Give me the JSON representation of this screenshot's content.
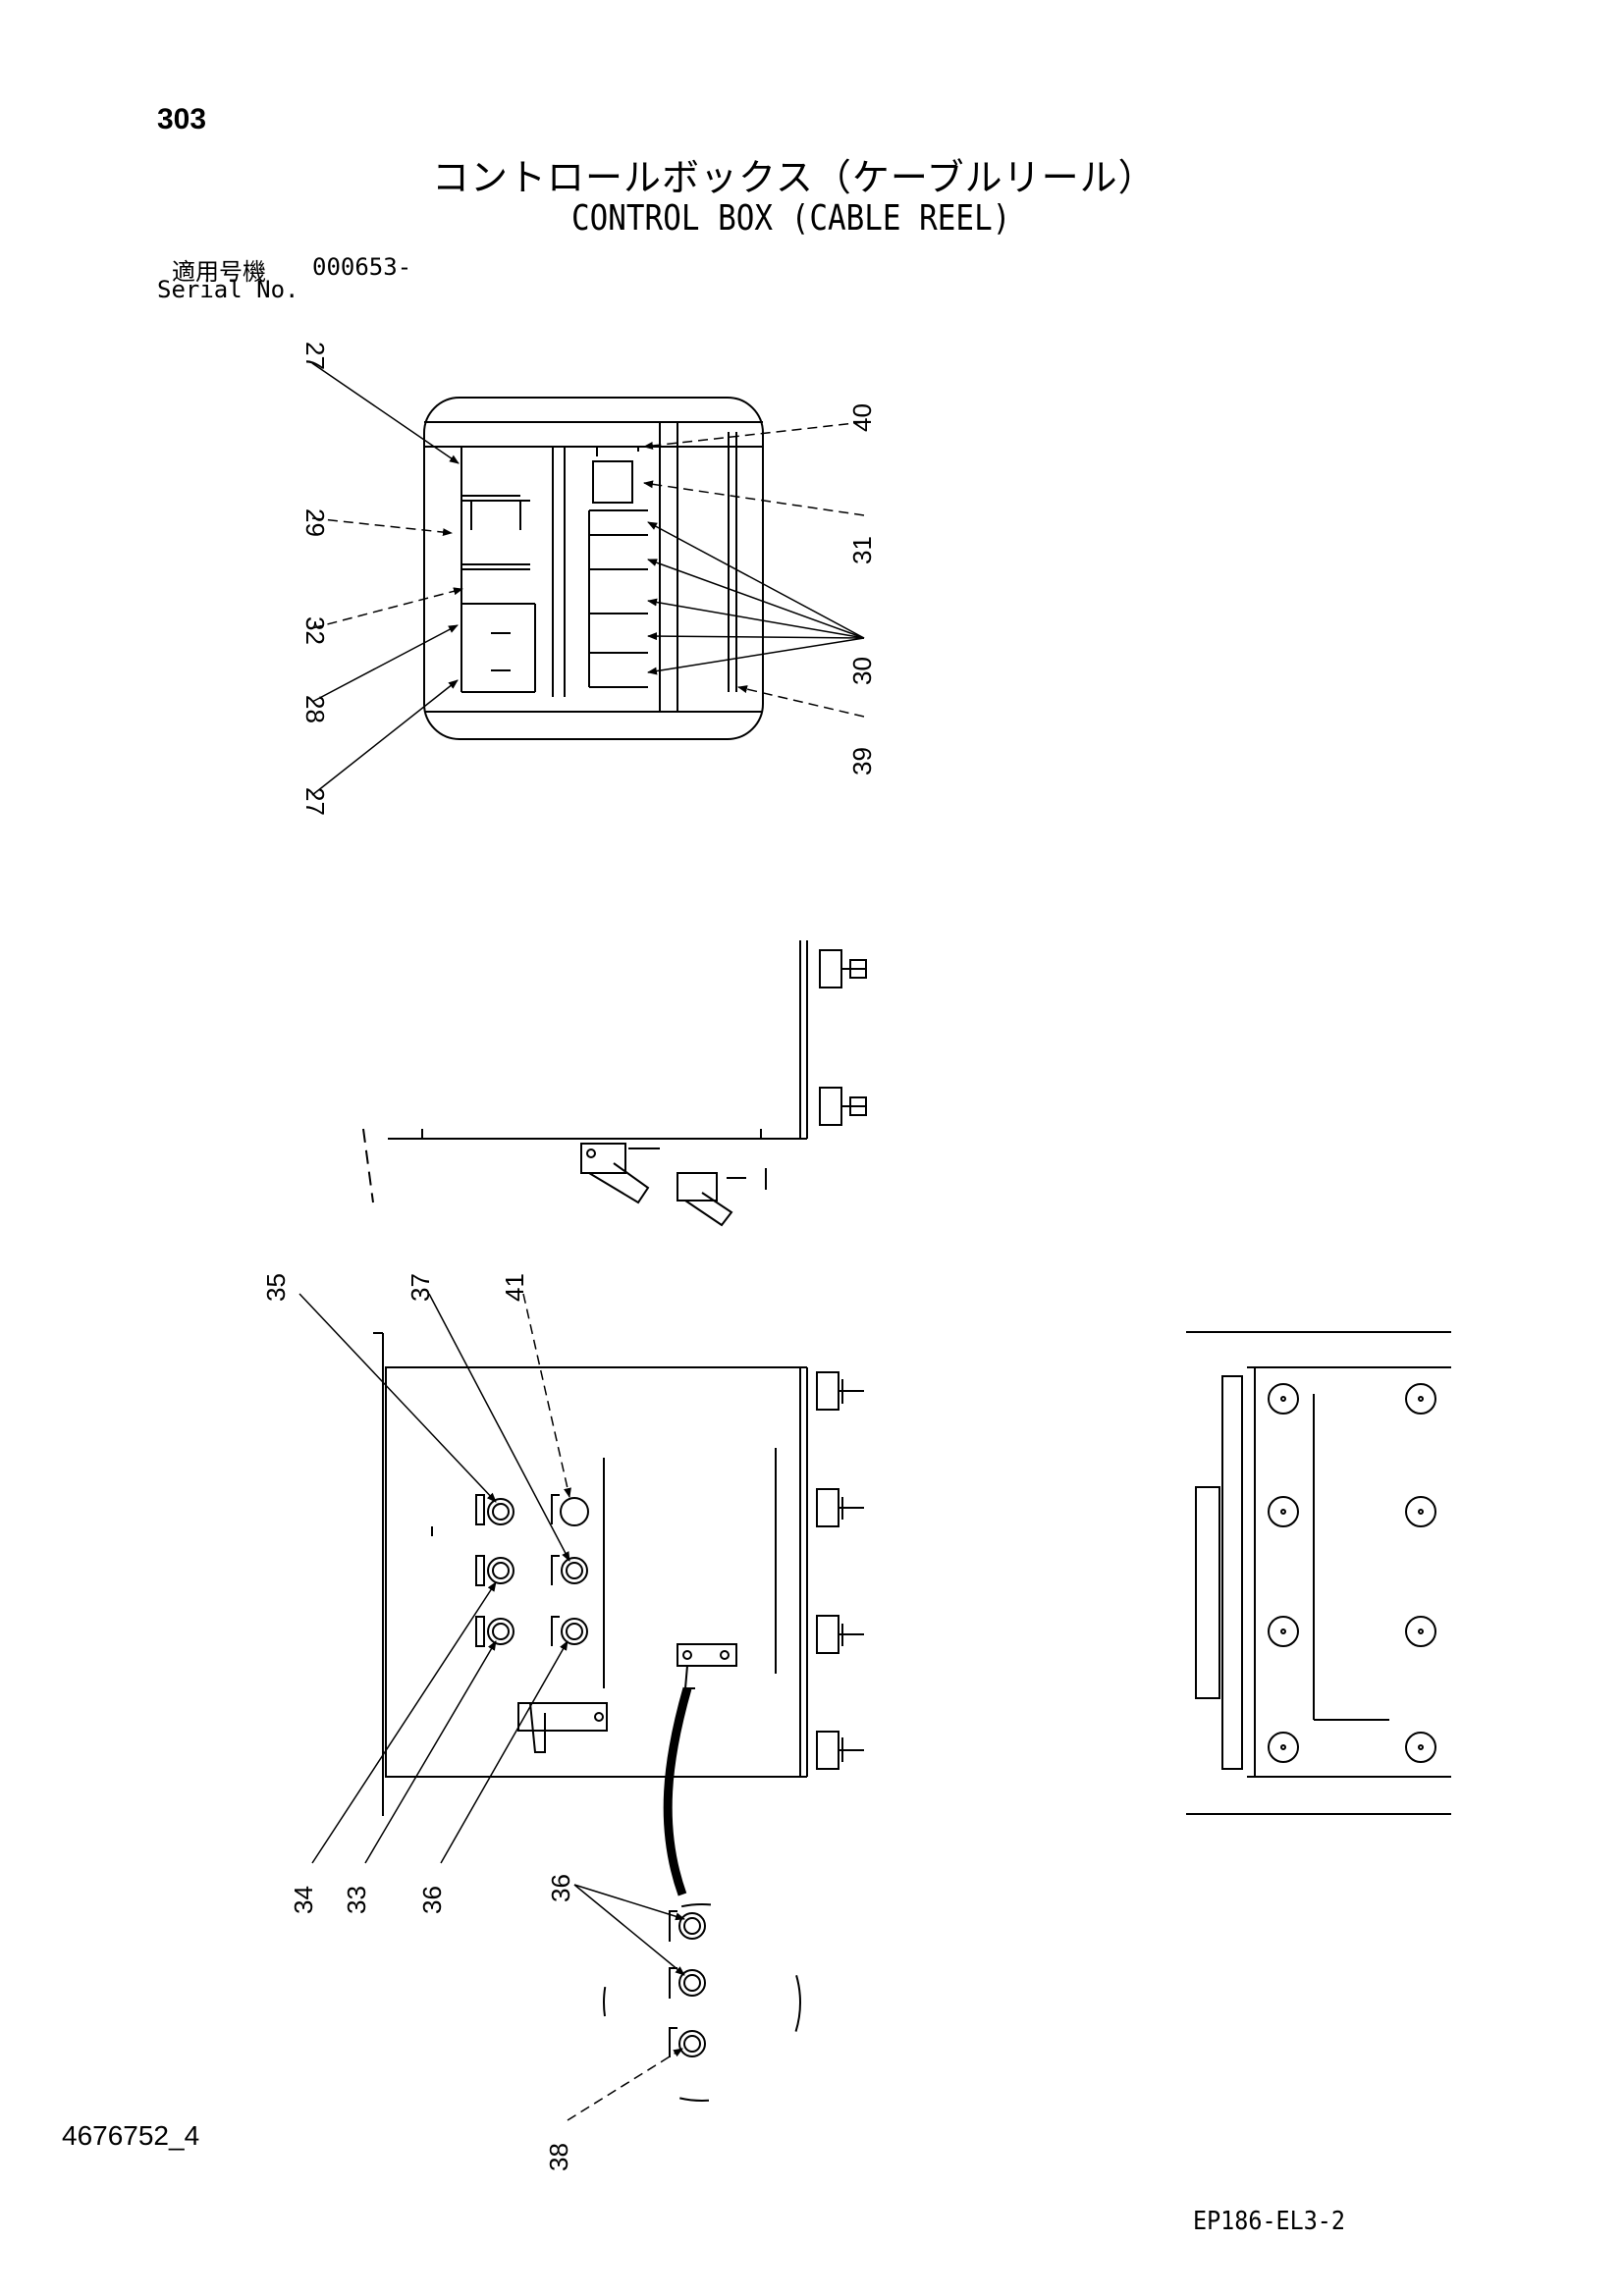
{
  "page": {
    "number": "303",
    "title_jp": "コントロールボックス（ケーブルリール）",
    "title_en": "CONTROL BOX (CABLE REEL)",
    "serial_label_jp": "適用号機",
    "serial_value": "000653-",
    "serial_label_en": "Serial No.",
    "document_id": "4676752_4",
    "sheet_id": "EP186-EL3-2"
  },
  "callouts": {
    "c27a": "27",
    "c29": "29",
    "c32": "32",
    "c28": "28",
    "c27b": "27",
    "c40": "40",
    "c31": "31",
    "c30": "30",
    "c39": "39",
    "c35": "35",
    "c37": "37",
    "c41": "41",
    "c34": "34",
    "c33": "33",
    "c36a": "36",
    "c36b": "36",
    "c38": "38"
  }
}
